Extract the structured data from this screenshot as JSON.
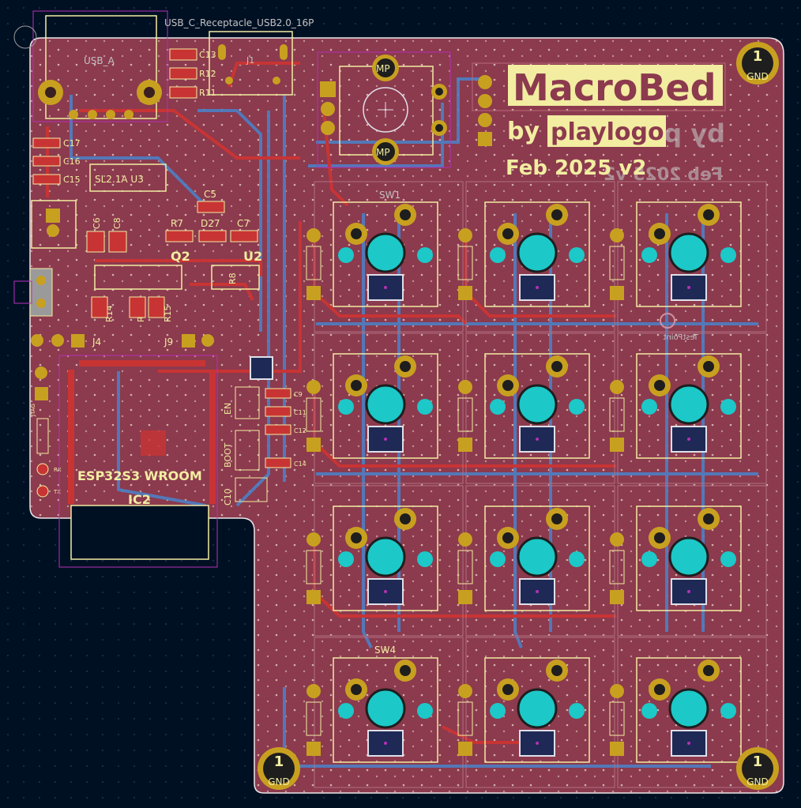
{
  "board": {
    "title": "MacroBed",
    "byline_prefix": "by",
    "byline_brand": "playlogo",
    "date_version": "Feb 2025 v2",
    "mirrored_byline": "by p",
    "mirrored_date": "Feb 2025 v2"
  },
  "footprints": {
    "usb_c": "USB_C_Receptacle_USB2.0_16P",
    "usb_a": "USB_A",
    "j1": "J1",
    "j4": "J4",
    "j9": "J9",
    "u2": "U2",
    "u3": "SL2.1A U3",
    "q2": "Q2",
    "ic2": "IC2",
    "esp": "ESP32S3 WROOM",
    "sw1": "SW1",
    "sw4": "SW4",
    "en": "EN",
    "boot": "BOOT",
    "tx": "TX",
    "rx": "RX",
    "jtag": "JTAG",
    "testpoint": "TestPoint",
    "mp": "MP"
  },
  "mounting_holes": {
    "pad_number": "1",
    "net": "GND"
  },
  "passives": {
    "c13": "C13",
    "r12": "R12",
    "r11": "R11",
    "c17": "C17",
    "c16": "C16",
    "c15": "C15",
    "c5": "C5",
    "r7": "R7",
    "d27": "D27",
    "c7": "C7",
    "c6": "C6",
    "c8": "C8",
    "r8": "R8",
    "r14": "R14",
    "r13": "R13",
    "r15": "R15",
    "c9": "C9",
    "c10": "C10",
    "c11": "C11",
    "c12": "C12",
    "c14": "C14"
  },
  "colors": {
    "background": "#001023",
    "board": "#8c3a4e",
    "copper_front": "#c83434",
    "copper_back": "#4d7fc4",
    "silkscreen": "#f2eda1",
    "pad": "#c8a020",
    "switch_hole": "#1cc8c8"
  },
  "icons": [
    "mounting-hole-icon",
    "switch-footprint-icon",
    "diode-icon",
    "led-icon",
    "fiducial-icon"
  ]
}
